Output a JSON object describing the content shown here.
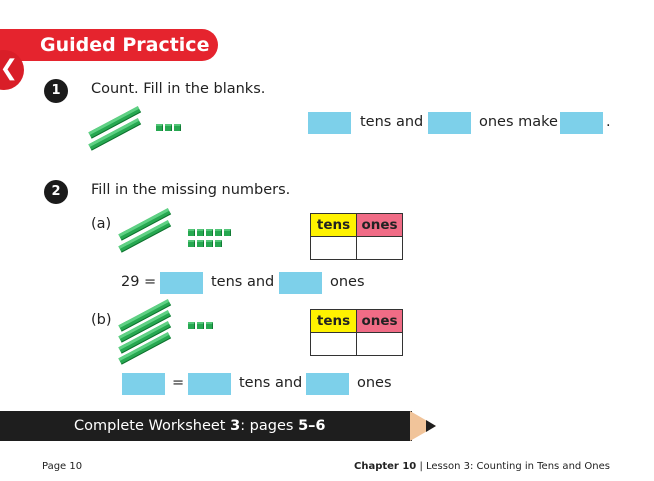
{
  "header": {
    "title": "Guided Practice",
    "back_icon": "chevron-left-icon"
  },
  "q1": {
    "number": "1",
    "prompt": "Count. Fill in the blanks.",
    "tens_and": "tens and",
    "ones_make": "ones make",
    "period": ".",
    "rods": 2,
    "cubes": 3
  },
  "q2": {
    "number": "2",
    "prompt": "Fill in the missing numbers.",
    "a": {
      "label": "(a)",
      "rods": 2,
      "cubes": 9,
      "table_tens": "tens",
      "table_ones": "ones",
      "eq_prefix": "29 =",
      "tens_and": "tens and",
      "ones": "ones"
    },
    "b": {
      "label": "(b)",
      "rods": 4,
      "cubes": 3,
      "table_tens": "tens",
      "table_ones": "ones",
      "equals": "=",
      "tens_and": "tens and",
      "ones": "ones"
    }
  },
  "footer": {
    "worksheet_prefix": "Complete Worksheet ",
    "worksheet_num": "3",
    "pages_text": ": pages ",
    "pages_range": "5–6",
    "page_label": "Page 10",
    "chapter": "Chapter 10",
    "separator": "|",
    "lesson": "Lesson 3: Counting in Tens and Ones"
  },
  "colors": {
    "banner": "#e5242e",
    "blank": "#7dd0ea",
    "cube_green": "#27a851",
    "tens_header": "#fff200",
    "ones_header": "#f06c86"
  }
}
